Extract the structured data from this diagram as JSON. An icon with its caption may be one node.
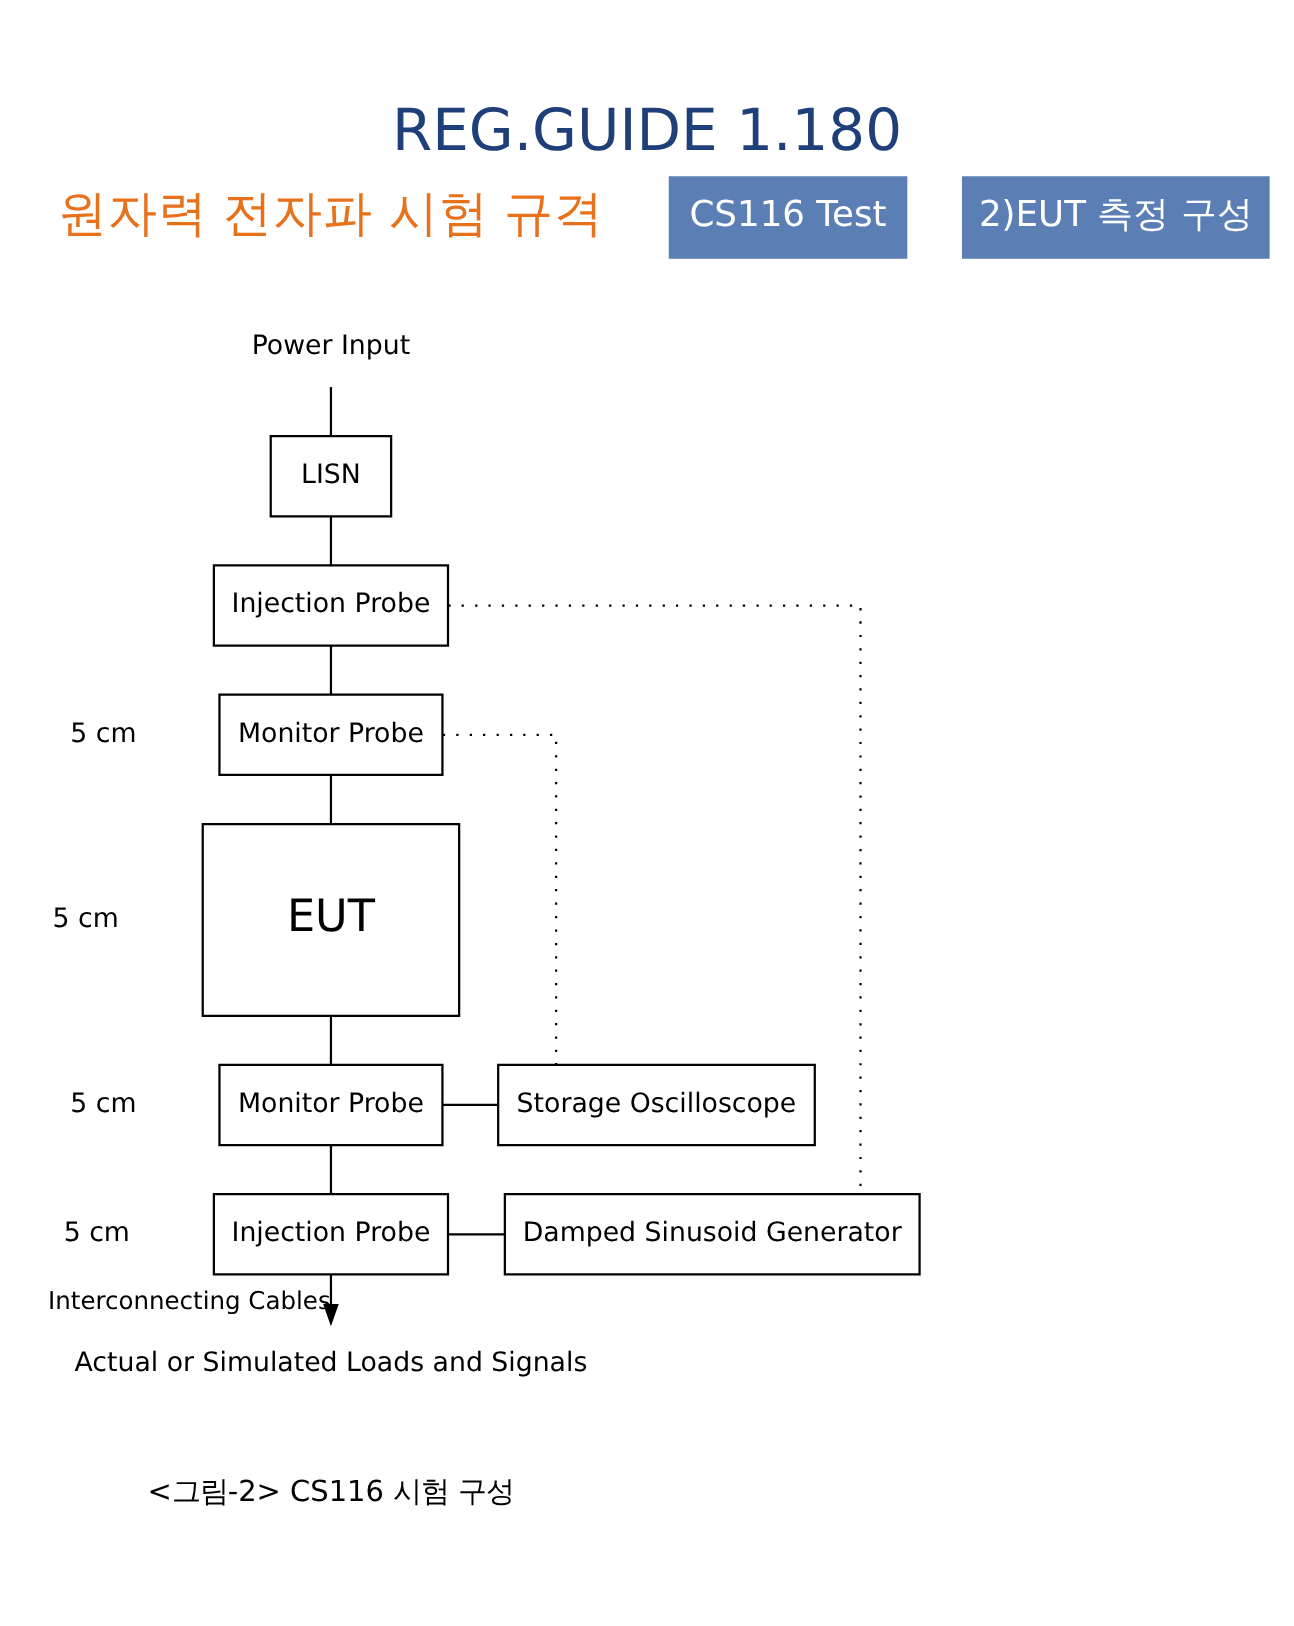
{
  "diagram": {
    "title": "REG.GUIDE 1.180",
    "caption": "<그림-2> CS116 시험 구성",
    "nodes": [
      {
        "text": [
          "Power Input"
        ]
      },
      {
        "text": [
          "LISN"
        ]
      },
      {
        "text": [
          "Injection Probe"
        ]
      },
      {
        "text": [
          "Monitor Probe"
        ]
      },
      {
        "text": [
          "EUT"
        ]
      },
      {
        "text": [
          "Monitor Probe"
        ]
      },
      {
        "text": [
          "Injection Probe"
        ]
      },
      {
        "text": [
          "Storage Oscilloscope"
        ]
      },
      {
        "text": [
          "Damped Sinusoid Generator"
        ]
      },
      {
        "text": [
          "Actual or Simulated Loads and Signals"
        ]
      }
    ],
    "edges": [
      {
        "from": 0,
        "to": 1,
        "arrow": "none"
      },
      {
        "from": 1,
        "to": 2,
        "arrow": "none"
      },
      {
        "from": 2,
        "to": 3,
        "arrow": "none"
      },
      {
        "from": 3,
        "to": 4,
        "arrow": "none"
      },
      {
        "from": 4,
        "to": 5,
        "arrow": "none"
      },
      {
        "from": 5,
        "to": 6,
        "arrow": "none"
      },
      {
        "from": 6,
        "to": 9,
        "arrow": "to",
        "label": "Interconnecting Cables"
      },
      {
        "from": 2,
        "to": 8,
        "arrow": "none",
        "style": "dashed"
      },
      {
        "from": 3,
        "to": 7,
        "arrow": "none",
        "style": "dashed"
      },
      {
        "from": 5,
        "to": 7,
        "arrow": "none"
      },
      {
        "from": 6,
        "to": 8,
        "arrow": "none"
      }
    ],
    "labels": [
      "원자력 전자파 시험 규격",
      "CS116 Test",
      "2)EUT 측정 구성",
      "5 cm",
      "5 cm",
      "5 cm",
      "5 cm"
    ]
  }
}
